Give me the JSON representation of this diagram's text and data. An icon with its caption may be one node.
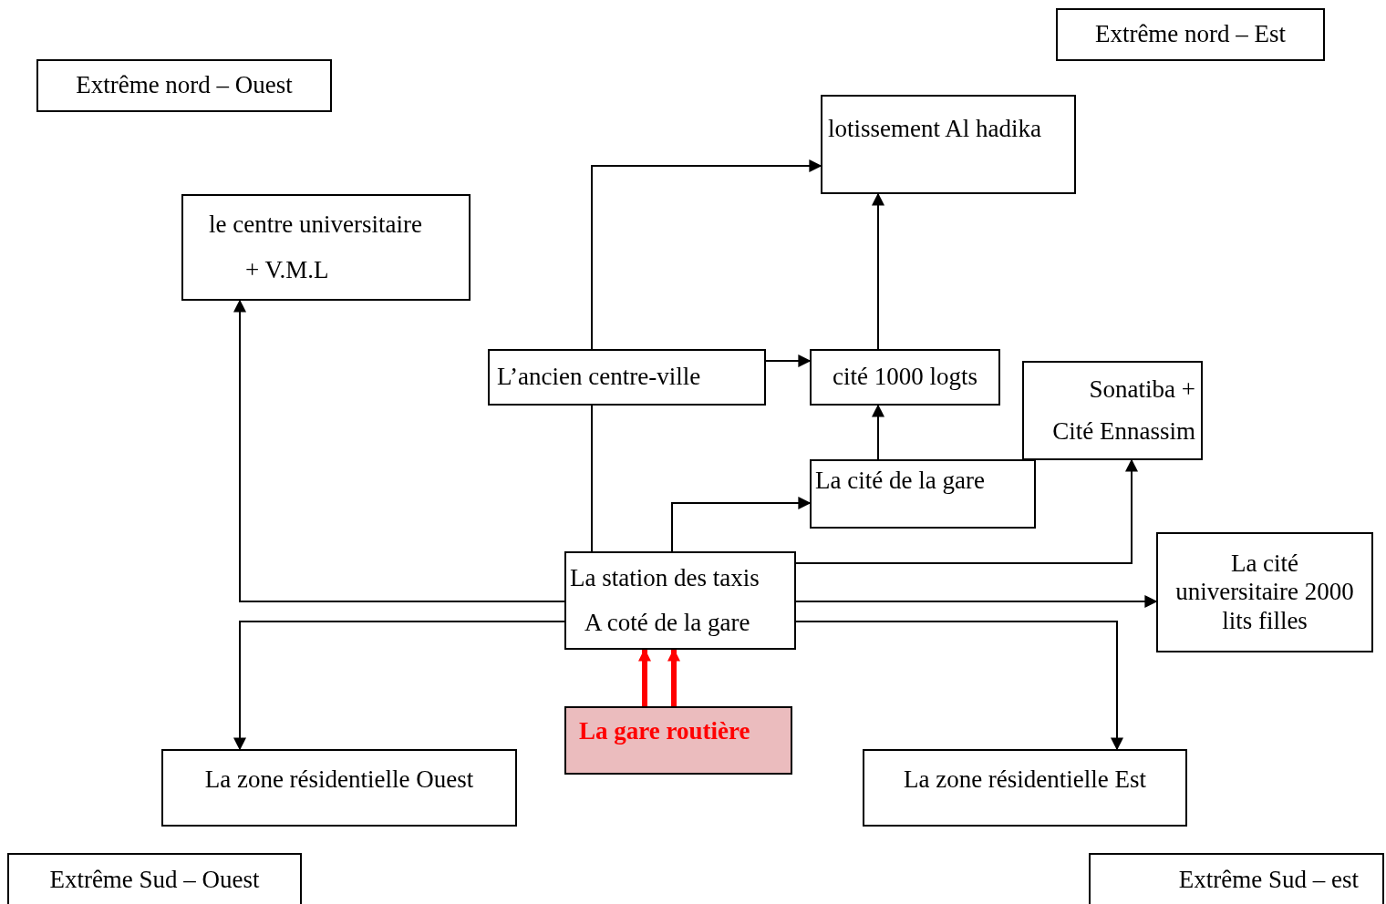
{
  "diagram": {
    "nodes": [
      {
        "text": [
          "Extrême nord – Est"
        ]
      },
      {
        "text": [
          "Extrême nord – Ouest"
        ]
      },
      {
        "text": [
          "lotissement Al hadika"
        ]
      },
      {
        "text": [
          "le centre universitaire",
          "+ V.M.L"
        ]
      },
      {
        "text": [
          "L’ancien centre-ville"
        ]
      },
      {
        "text": [
          "cité 1000 logts"
        ]
      },
      {
        "text": [
          "Sonatiba +",
          "Cité Ennassim"
        ]
      },
      {
        "text": [
          "La cité de la gare"
        ]
      },
      {
        "text": [
          "La cité universitaire 2000 lits filles"
        ]
      },
      {
        "text": [
          "La station des taxis",
          "A coté de la gare"
        ]
      },
      {
        "text": [
          "La gare routière"
        ]
      },
      {
        "text": [
          "La zone résidentielle Ouest"
        ]
      },
      {
        "text": [
          "La zone résidentielle Est"
        ]
      },
      {
        "text": [
          "Extrême Sud – Ouest"
        ]
      },
      {
        "text": [
          "Extrême Sud – est"
        ]
      }
    ],
    "edges": [
      {
        "from": 4,
        "to": 2,
        "arrow": "to"
      },
      {
        "from": 9,
        "to": 4,
        "arrow": "none"
      },
      {
        "from": 4,
        "to": 5,
        "arrow": "to"
      },
      {
        "from": 5,
        "to": 2,
        "arrow": "to"
      },
      {
        "from": 7,
        "to": 5,
        "arrow": "to"
      },
      {
        "from": 9,
        "to": 7,
        "arrow": "to"
      },
      {
        "from": 9,
        "to": 6,
        "arrow": "to"
      },
      {
        "from": 9,
        "to": 8,
        "arrow": "to"
      },
      {
        "from": 9,
        "to": 12,
        "arrow": "to"
      },
      {
        "from": 9,
        "to": 3,
        "arrow": "to"
      },
      {
        "from": 9,
        "to": 11,
        "arrow": "to"
      },
      {
        "from": 10,
        "to": 9,
        "arrow": "to",
        "style": "thick",
        "color": "#ff0000"
      },
      {
        "from": 10,
        "to": 9,
        "arrow": "to",
        "style": "thick",
        "color": "#ff0000"
      }
    ]
  }
}
